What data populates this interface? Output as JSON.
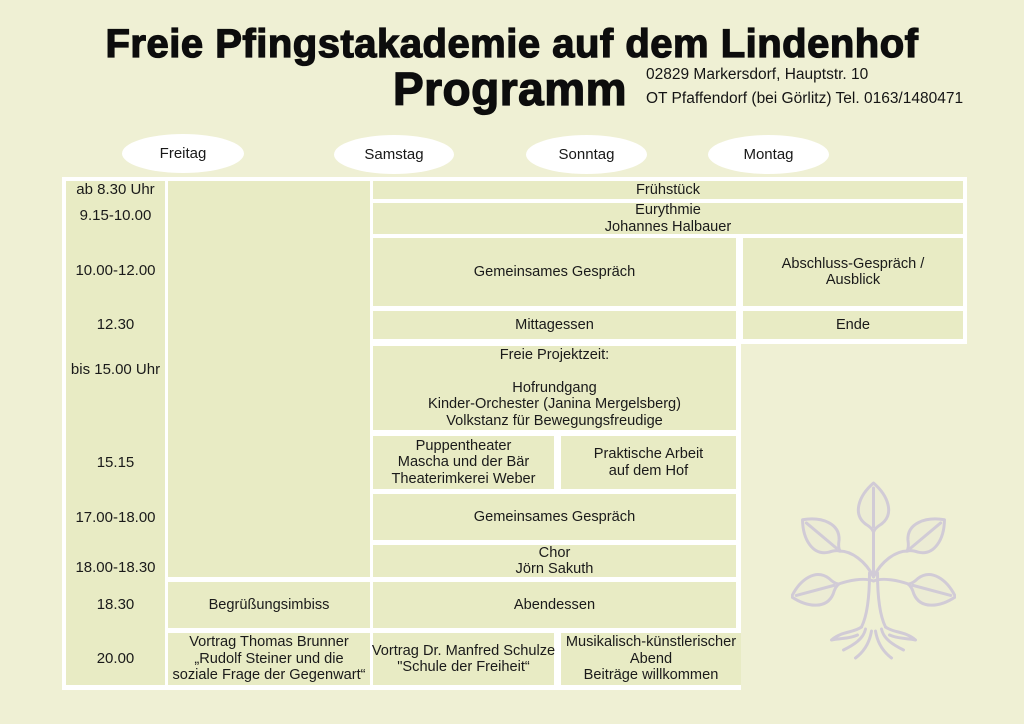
{
  "header": {
    "title": "Freie Pfingstakademie auf dem Lindenhof",
    "subtitle": "Programm",
    "address_line1": "02829 Markersdorf, Hauptstr. 10",
    "address_line2": "OT Pfaffendorf (bei Görlitz) Tel. 0163/1480471"
  },
  "days": [
    "Freitag",
    "Samstag",
    "Sonntag",
    "Montag"
  ],
  "times": [
    "ab 8.30 Uhr",
    "9.15-10.00",
    "10.00-12.00",
    "12.30",
    "bis 15.00 Uhr",
    "15.15",
    "17.00-18.00",
    "18.00-18.30",
    "18.30",
    "20.00"
  ],
  "cells": {
    "fruehstueck": "Frühstück",
    "eurythmie": "Eurythmie\nJohannes Halbauer",
    "gespraech_vormittag": "Gemeinsames Gespräch",
    "abschluss": "Abschluss-Gespräch /\nAusblick",
    "mittagessen": "Mittagessen",
    "ende": "Ende",
    "projektzeit": "Freie Projektzeit:\n\nHofrundgang\nKinder-Orchester (Janina Mergelsberg)\nVolkstanz für Bewegungsfreudige",
    "puppentheater": "Puppentheater\nMascha und der Bär\nTheaterimkerei Weber",
    "praktische_arbeit": "Praktische Arbeit\nauf dem Hof",
    "gespraech_nachmittag": "Gemeinsames Gespräch",
    "chor": "Chor\nJörn Sakuth",
    "begruessungsimbiss": "Begrüßungsimbiss",
    "abendessen": "Abendessen",
    "vortrag_brunner": "Vortrag Thomas Brunner\n„Rudolf Steiner und die\nsoziale Frage der Gegenwart“",
    "vortrag_schulze": "Vortrag Dr. Manfred Schulze\n\"Schule der Freiheit“",
    "musik_abend": "Musikalisch-künstlerischer\nAbend\nBeiträge willkommen"
  },
  "colors": {
    "page_background": "#eff0d4",
    "cell_fill": "#e8ebc4",
    "border": "#ffffff",
    "watermark": "#baaed8",
    "text": "#1a1a1a"
  }
}
